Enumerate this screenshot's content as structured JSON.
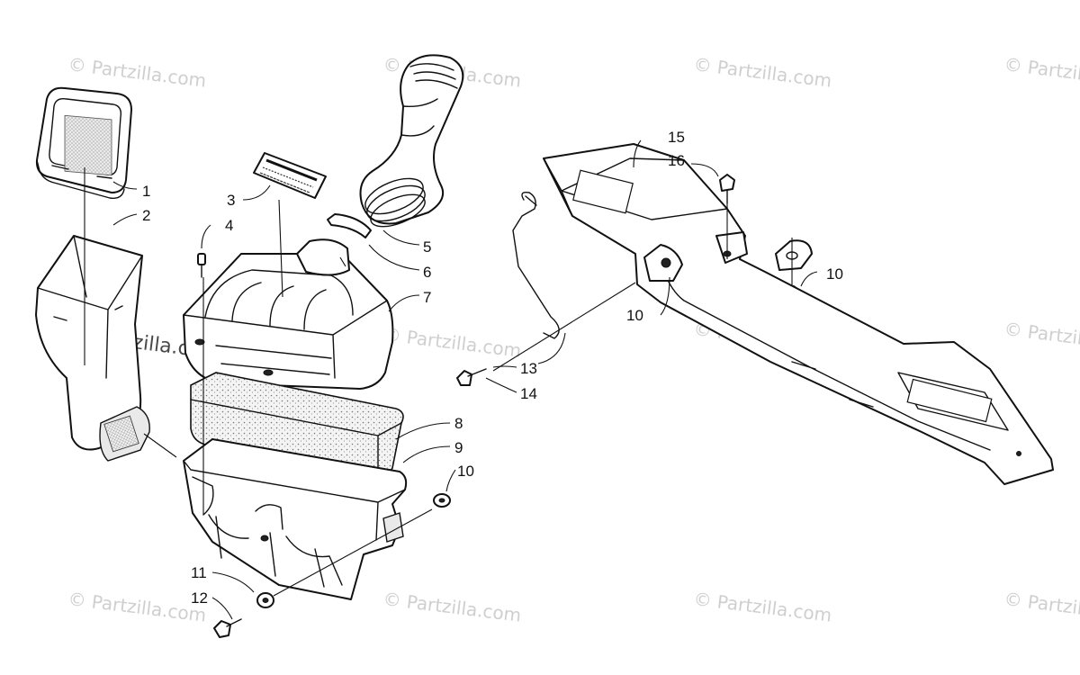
{
  "watermarks": {
    "text": "© Partzilla.com",
    "featured_text": "© Partzilla.com"
  },
  "callouts": {
    "c1": "1",
    "c2": "2",
    "c3": "3",
    "c4": "4",
    "c5": "5",
    "c6": "6",
    "c7": "7",
    "c8": "8",
    "c9": "9",
    "c10a": "10",
    "c10b": "10",
    "c10c": "10",
    "c11": "11",
    "c12": "12",
    "c13": "13",
    "c14": "14",
    "c15": "15",
    "c16": "16"
  },
  "colors": {
    "ink": "#111111",
    "watermark": "#cfcfcf",
    "background": "#ffffff"
  }
}
